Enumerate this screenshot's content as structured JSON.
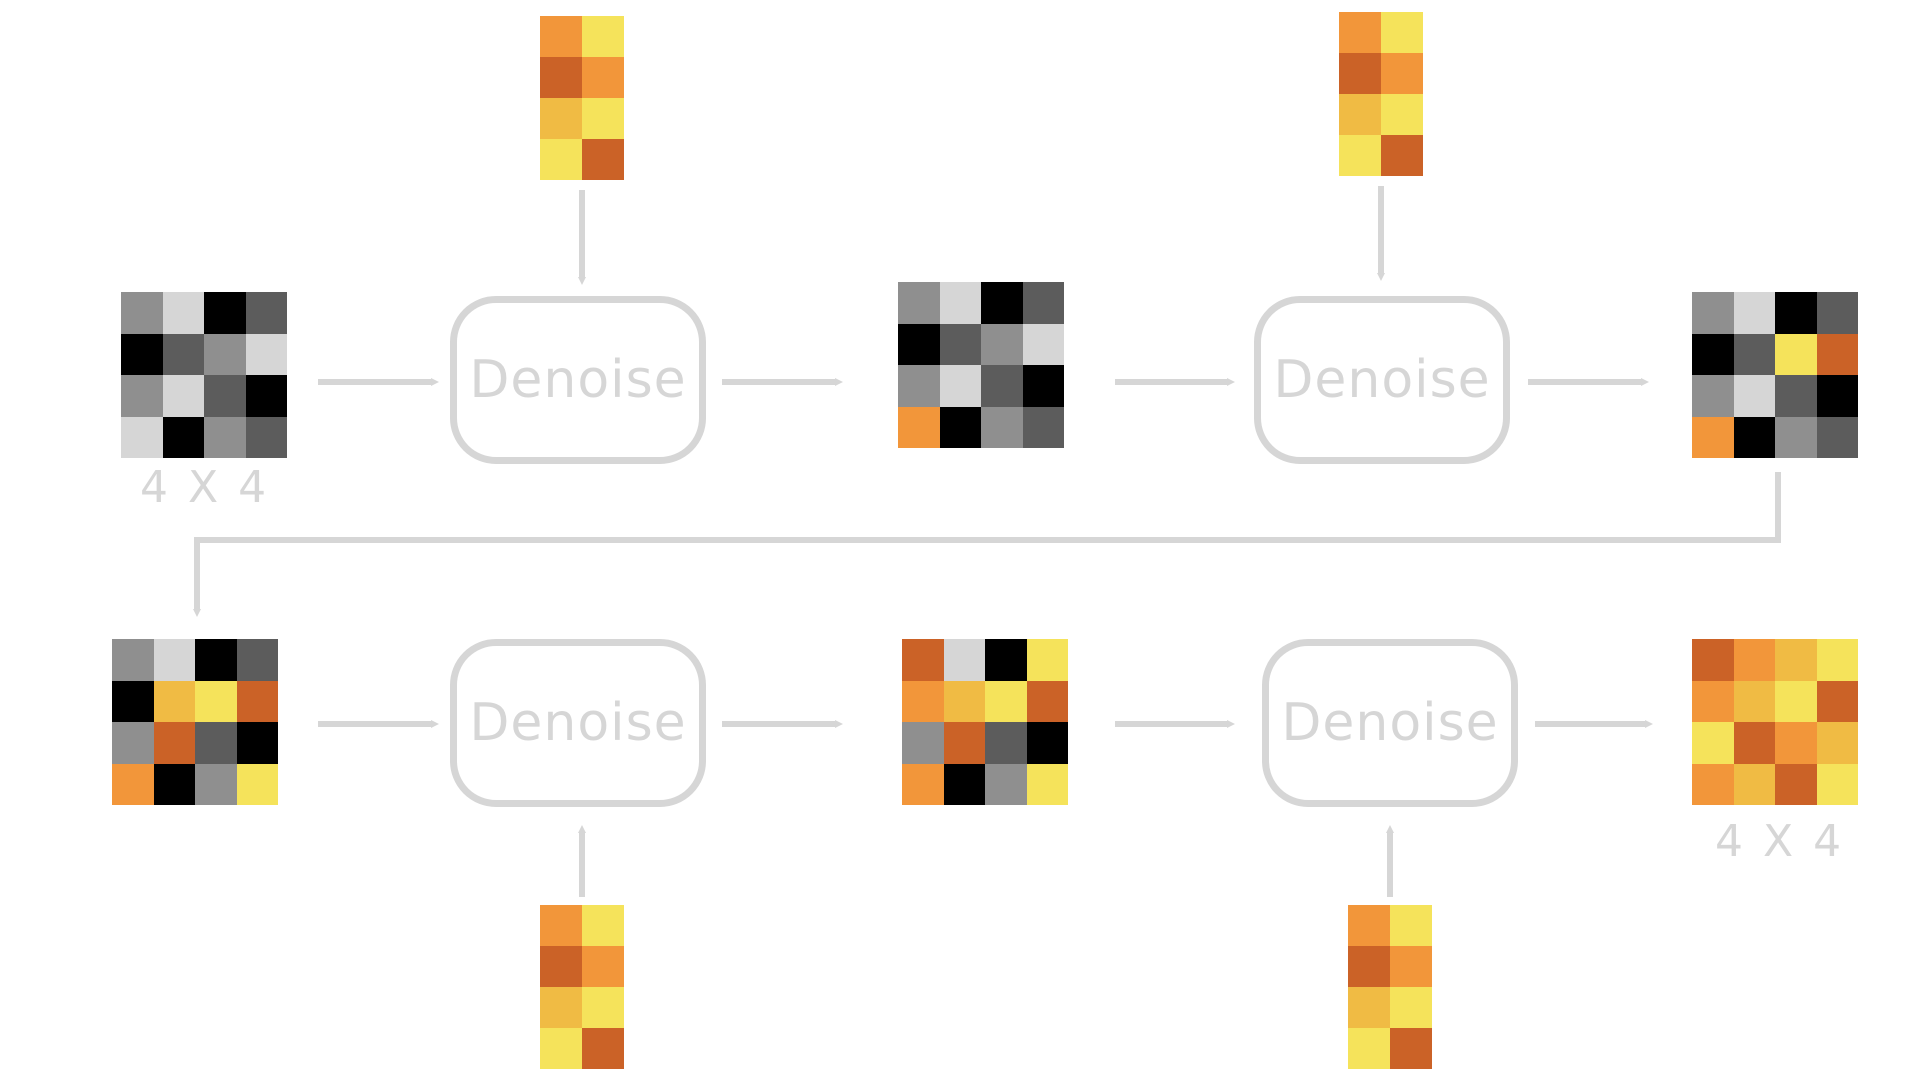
{
  "colors": {
    "G": "#8f8f8f",
    "L": "#d6d6d6",
    "K": "#000000",
    "D": "#5c5c5c",
    "O": "#f2963a",
    "R": "#cb6227",
    "A": "#f0bb44",
    "Y": "#f5e35b",
    "connector": "#d6d6d6"
  },
  "denoise_label": "Denoise",
  "dim_label": "4 X 4",
  "grids": [
    {
      "id": "row1-input",
      "rows": [
        "GLKD",
        "KDGL",
        "GLDK",
        "LKGD"
      ]
    },
    {
      "id": "row1-mid",
      "rows": [
        "GLKD",
        "KDGL",
        "GLDK",
        "OKGD"
      ]
    },
    {
      "id": "row1-out",
      "rows": [
        "GLKD",
        "KDYR",
        "GLDK",
        "OKGD"
      ]
    },
    {
      "id": "row2-input",
      "rows": [
        "GLKD",
        "KAYR",
        "GRDK",
        "OKGY"
      ]
    },
    {
      "id": "row2-mid",
      "rows": [
        "RLKY",
        "OAYR",
        "GRDK",
        "OKGY"
      ]
    },
    {
      "id": "row2-out",
      "rows": [
        "ROAY",
        "OAYR",
        "YROA",
        "OARY"
      ]
    }
  ],
  "conditions": [
    {
      "id": "cond-top-1",
      "rows": [
        "OY",
        "RO",
        "AY",
        "YR"
      ]
    },
    {
      "id": "cond-top-2",
      "rows": [
        "OY",
        "RO",
        "AY",
        "YR"
      ]
    },
    {
      "id": "cond-bottom-1",
      "rows": [
        "OY",
        "RO",
        "AY",
        "YR"
      ]
    },
    {
      "id": "cond-bottom-2",
      "rows": [
        "OY",
        "RO",
        "AY",
        "YR"
      ]
    }
  ]
}
